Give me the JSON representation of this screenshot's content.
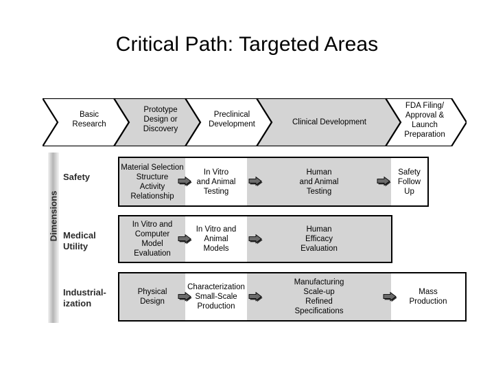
{
  "slide": {
    "title": "Critical Path: Targeted Areas"
  },
  "banner": {
    "name": "critical-path-stage-banner",
    "stages": [
      {
        "label": "Basic\nResearch",
        "shaded": false
      },
      {
        "label": "Prototype\nDesign or\nDiscovery",
        "shaded": true
      },
      {
        "label": "Preclinical\nDevelopment",
        "shaded": false
      },
      {
        "label": "Clinical Development",
        "shaded": true
      },
      {
        "label": "FDA Filing/\nApproval &\nLaunch\nPreparation",
        "shaded": false
      }
    ]
  },
  "axis": {
    "label": "Dimensions"
  },
  "rows": [
    {
      "label": "Safety",
      "cells": [
        {
          "text": "Material Selection\nStructure\nActivity\nRelationship",
          "shaded": true
        },
        {
          "text": "In Vitro\nand Animal\nTesting",
          "shaded": false
        },
        {
          "text": "Human\nand Animal\nTesting",
          "shaded": true
        },
        {
          "text": "Safety\nFollow\nUp",
          "shaded": false
        }
      ],
      "arrows": 3
    },
    {
      "label": "Medical\nUtility",
      "cells": [
        {
          "text": "In Vitro and\nComputer\nModel\nEvaluation",
          "shaded": true
        },
        {
          "text": "In Vitro and\nAnimal\nModels",
          "shaded": false
        },
        {
          "text": "Human\nEfficacy\nEvaluation",
          "shaded": true
        }
      ],
      "arrows": 2
    },
    {
      "label": "Industrial-\nization",
      "cells": [
        {
          "text": "Physical\nDesign",
          "shaded": true
        },
        {
          "text": "Characterization\nSmall-Scale\nProduction",
          "shaded": false
        },
        {
          "text": "Manufacturing\nScale-up\nRefined\nSpecifications",
          "shaded": true
        },
        {
          "text": "Mass\nProduction",
          "shaded": false
        }
      ],
      "arrows": 3
    }
  ],
  "colors": {
    "shade_grey": "#d4d4d4",
    "outline": "#000000",
    "background": "#ffffff",
    "label_text": "#2b2b2b",
    "arrow_fill": "#595959",
    "arrow_shadow": "#2e2e2e"
  }
}
